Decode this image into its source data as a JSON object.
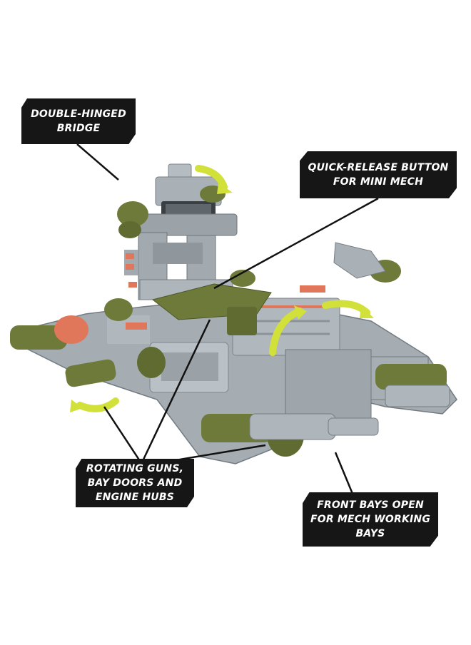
{
  "callouts": {
    "bridge": [
      "DOUBLE-HINGED",
      "BRIDGE"
    ],
    "quick_release": [
      "QUICK-RELEASE BUTTON",
      "FOR MINI MECH"
    ],
    "rotating": [
      "ROTATING GUNS,",
      "BAY DOORS AND",
      "ENGINE HUBS"
    ],
    "front_bays": [
      "FRONT BAYS OPEN",
      "FOR MECH WORKING",
      "BAYS"
    ]
  },
  "colors": {
    "callout_bg": "#161616",
    "callout_text": "#ffffff",
    "leader_line": "#111111",
    "arrow": "#d2e03a",
    "toy_grey": "#a3abb2",
    "toy_green": "#6d7a3a",
    "toy_orange": "#e0775a"
  }
}
